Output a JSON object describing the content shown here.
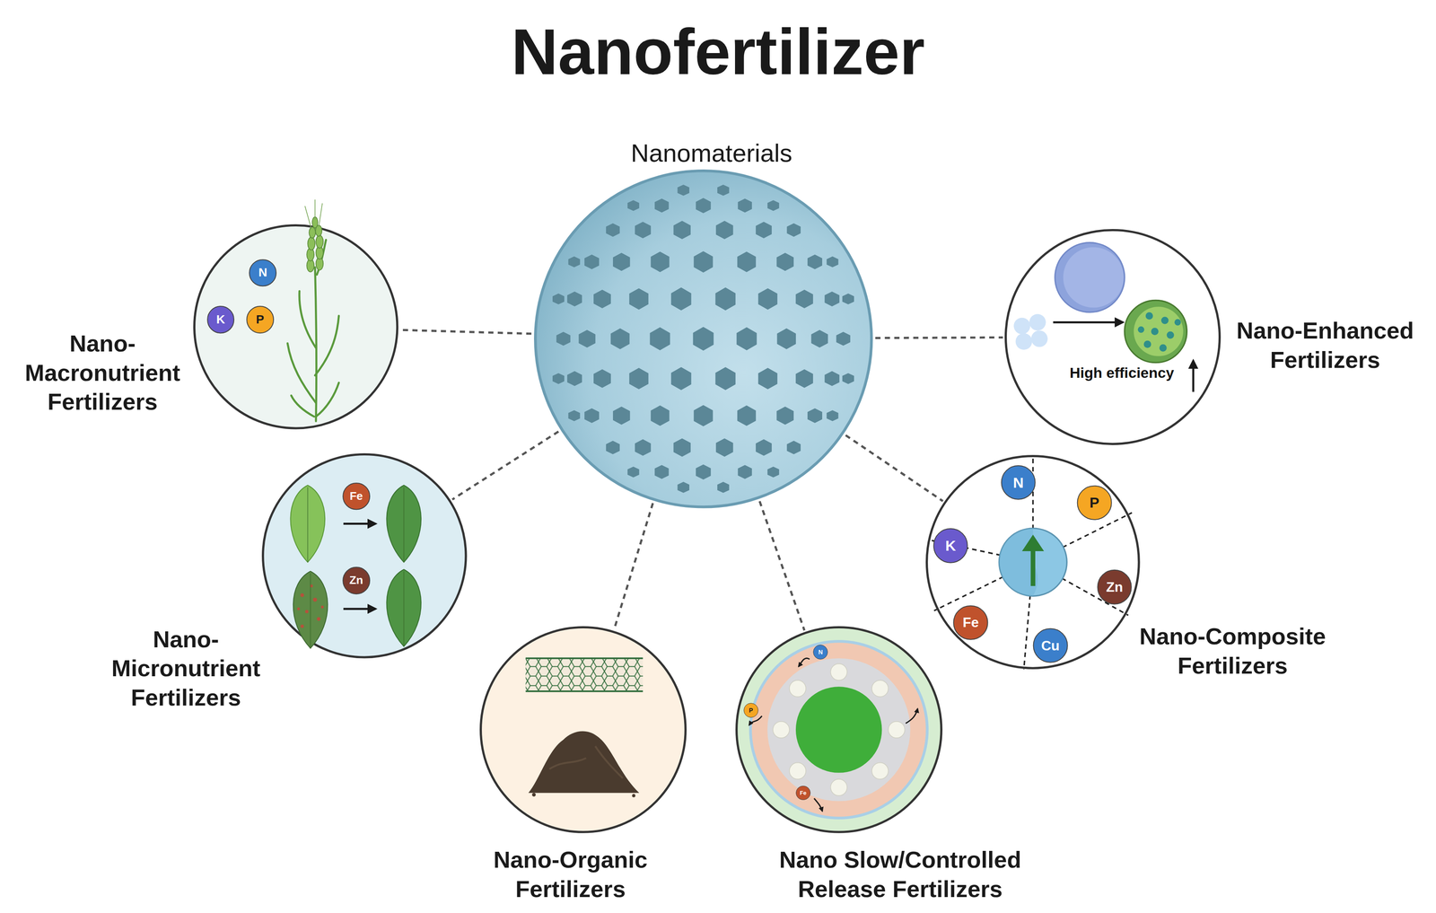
{
  "diagram": {
    "title": "Nanofertilizer",
    "nodes": [
      {
        "text": [
          "Nanomaterials"
        ]
      },
      {
        "text": [
          "Nano- Macronutrient Fertilizers"
        ]
      },
      {
        "text": [
          "Nano-Enhanced Fertilizers"
        ]
      },
      {
        "text": [
          "Nano- Micronutrient Fertilizers"
        ]
      },
      {
        "text": [
          "Nano-Composite Fertilizers"
        ]
      },
      {
        "text": [
          "Nano-Organic Fertilizers"
        ]
      },
      {
        "text": [
          "Nano Slow/Controlled Release Fertilizers"
        ]
      }
    ],
    "edges": [
      {
        "from": 0,
        "to": 1,
        "arrow": "none"
      },
      {
        "from": 0,
        "to": 2,
        "arrow": "none"
      },
      {
        "from": 0,
        "to": 3,
        "arrow": "none"
      },
      {
        "from": 0,
        "to": 4,
        "arrow": "none"
      },
      {
        "from": 0,
        "to": 5,
        "arrow": "none"
      },
      {
        "from": 0,
        "to": 6,
        "arrow": "none"
      }
    ],
    "labels": [
      "N",
      "K",
      "P",
      "High efficiency",
      "Fe",
      "Zn",
      "N",
      "P",
      "K",
      "Zn",
      "Fe",
      "Cu",
      "N",
      "P",
      "Fe"
    ]
  }
}
